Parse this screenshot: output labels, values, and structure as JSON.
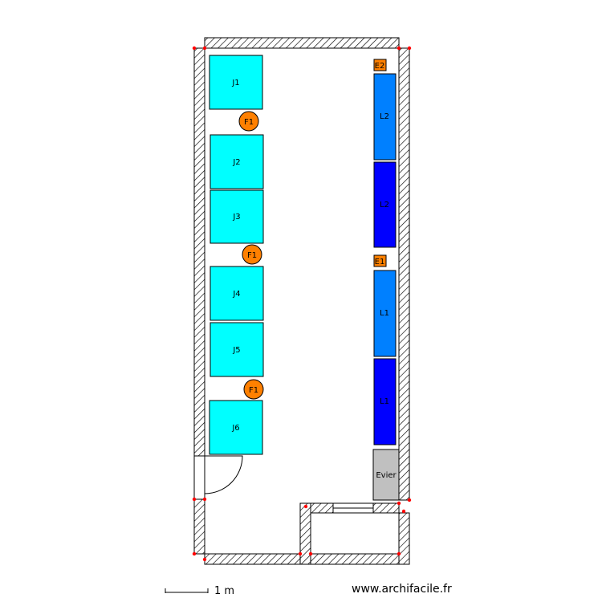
{
  "labels": {
    "j1": "J1",
    "j2": "J2",
    "j3": "J3",
    "j4": "J4",
    "j5": "J5",
    "j6": "J6",
    "f1a": "F1",
    "f1b": "F1",
    "f1c": "F1",
    "e1": "E1",
    "e2": "E2",
    "l1": "L1",
    "l1b": "L1",
    "l2": "L2",
    "l2b": "L2",
    "sink": "Evier"
  },
  "scale": {
    "text": "1 m"
  },
  "site": {
    "text": "www.archifacile.fr"
  },
  "colors": {
    "cyan_table": "#00ffff",
    "light_blue": "#0080ff",
    "dark_blue": "#0000ff",
    "orange": "#ff8000",
    "grey_sink": "#c0c0c0",
    "marker_red": "#ff0000"
  }
}
